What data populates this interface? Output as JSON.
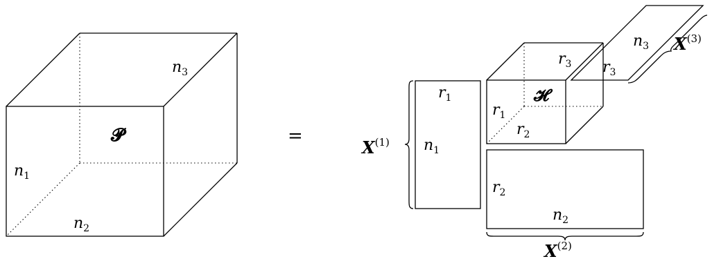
{
  "lhs": {
    "tensor_symbol": "𝓟",
    "dim1": {
      "base": "n",
      "sub": "1"
    },
    "dim2": {
      "base": "n",
      "sub": "2"
    },
    "dim3": {
      "base": "n",
      "sub": "3"
    }
  },
  "equals": "=",
  "core": {
    "symbol": "𝓗",
    "r1": {
      "base": "r",
      "sub": "1"
    },
    "r2": {
      "base": "r",
      "sub": "2"
    },
    "r3": {
      "base": "r",
      "sub": "3"
    }
  },
  "factor1": {
    "name": {
      "base": "X",
      "sup": "(1)"
    },
    "top": {
      "base": "r",
      "sub": "1"
    },
    "side": {
      "base": "n",
      "sub": "1"
    }
  },
  "factor2": {
    "name": {
      "base": "X",
      "sup": "(2)"
    },
    "side": {
      "base": "r",
      "sub": "2"
    },
    "bottom": {
      "base": "n",
      "sub": "2"
    }
  },
  "factor3": {
    "name": {
      "base": "X",
      "sup": "(3)"
    },
    "side": {
      "base": "r",
      "sub": "3"
    },
    "top": {
      "base": "n",
      "sub": "3"
    }
  }
}
